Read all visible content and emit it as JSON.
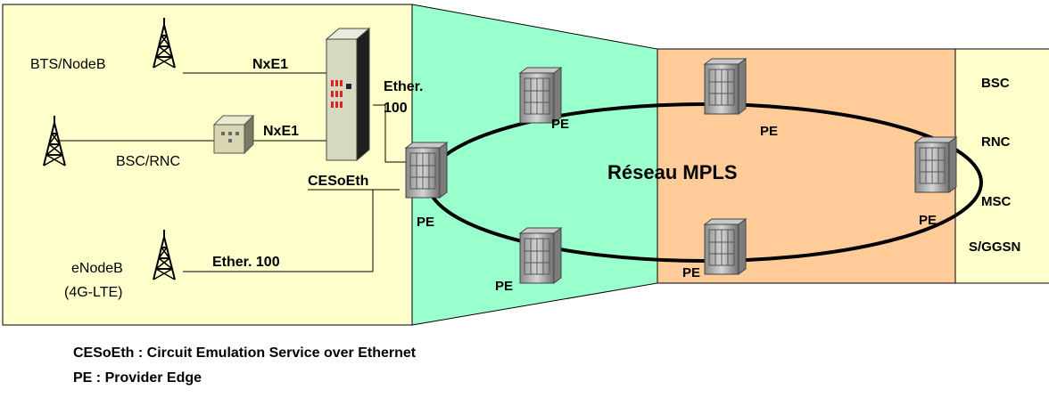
{
  "labels": {
    "bts_nodeb": "BTS/NodeB",
    "bsc_rnc_site": "BSC/RNC",
    "enodeb": "eNodeB",
    "enodeb_sub": "(4G-LTE)",
    "nxe1_top": "NxE1",
    "nxe1_mid": "NxE1",
    "ether_link_top": "Ether.",
    "ether_link_bottom": "100",
    "cesoeth": "CESoEth",
    "ether_100": "Ether. 100",
    "mpls_network": "Réseau MPLS",
    "pe": "PE"
  },
  "core_elements": [
    "BSC",
    "RNC",
    "MSC",
    "S/GGSN"
  ],
  "legend": [
    "CESoEth : Circuit Emulation Service over Ethernet",
    "PE : Provider Edge"
  ],
  "colors": {
    "access_zone": "#ffffcc",
    "transit_zone": "#99ffcc",
    "mpls_zone": "#ffcc99",
    "core_zone": "#ffffcc"
  }
}
